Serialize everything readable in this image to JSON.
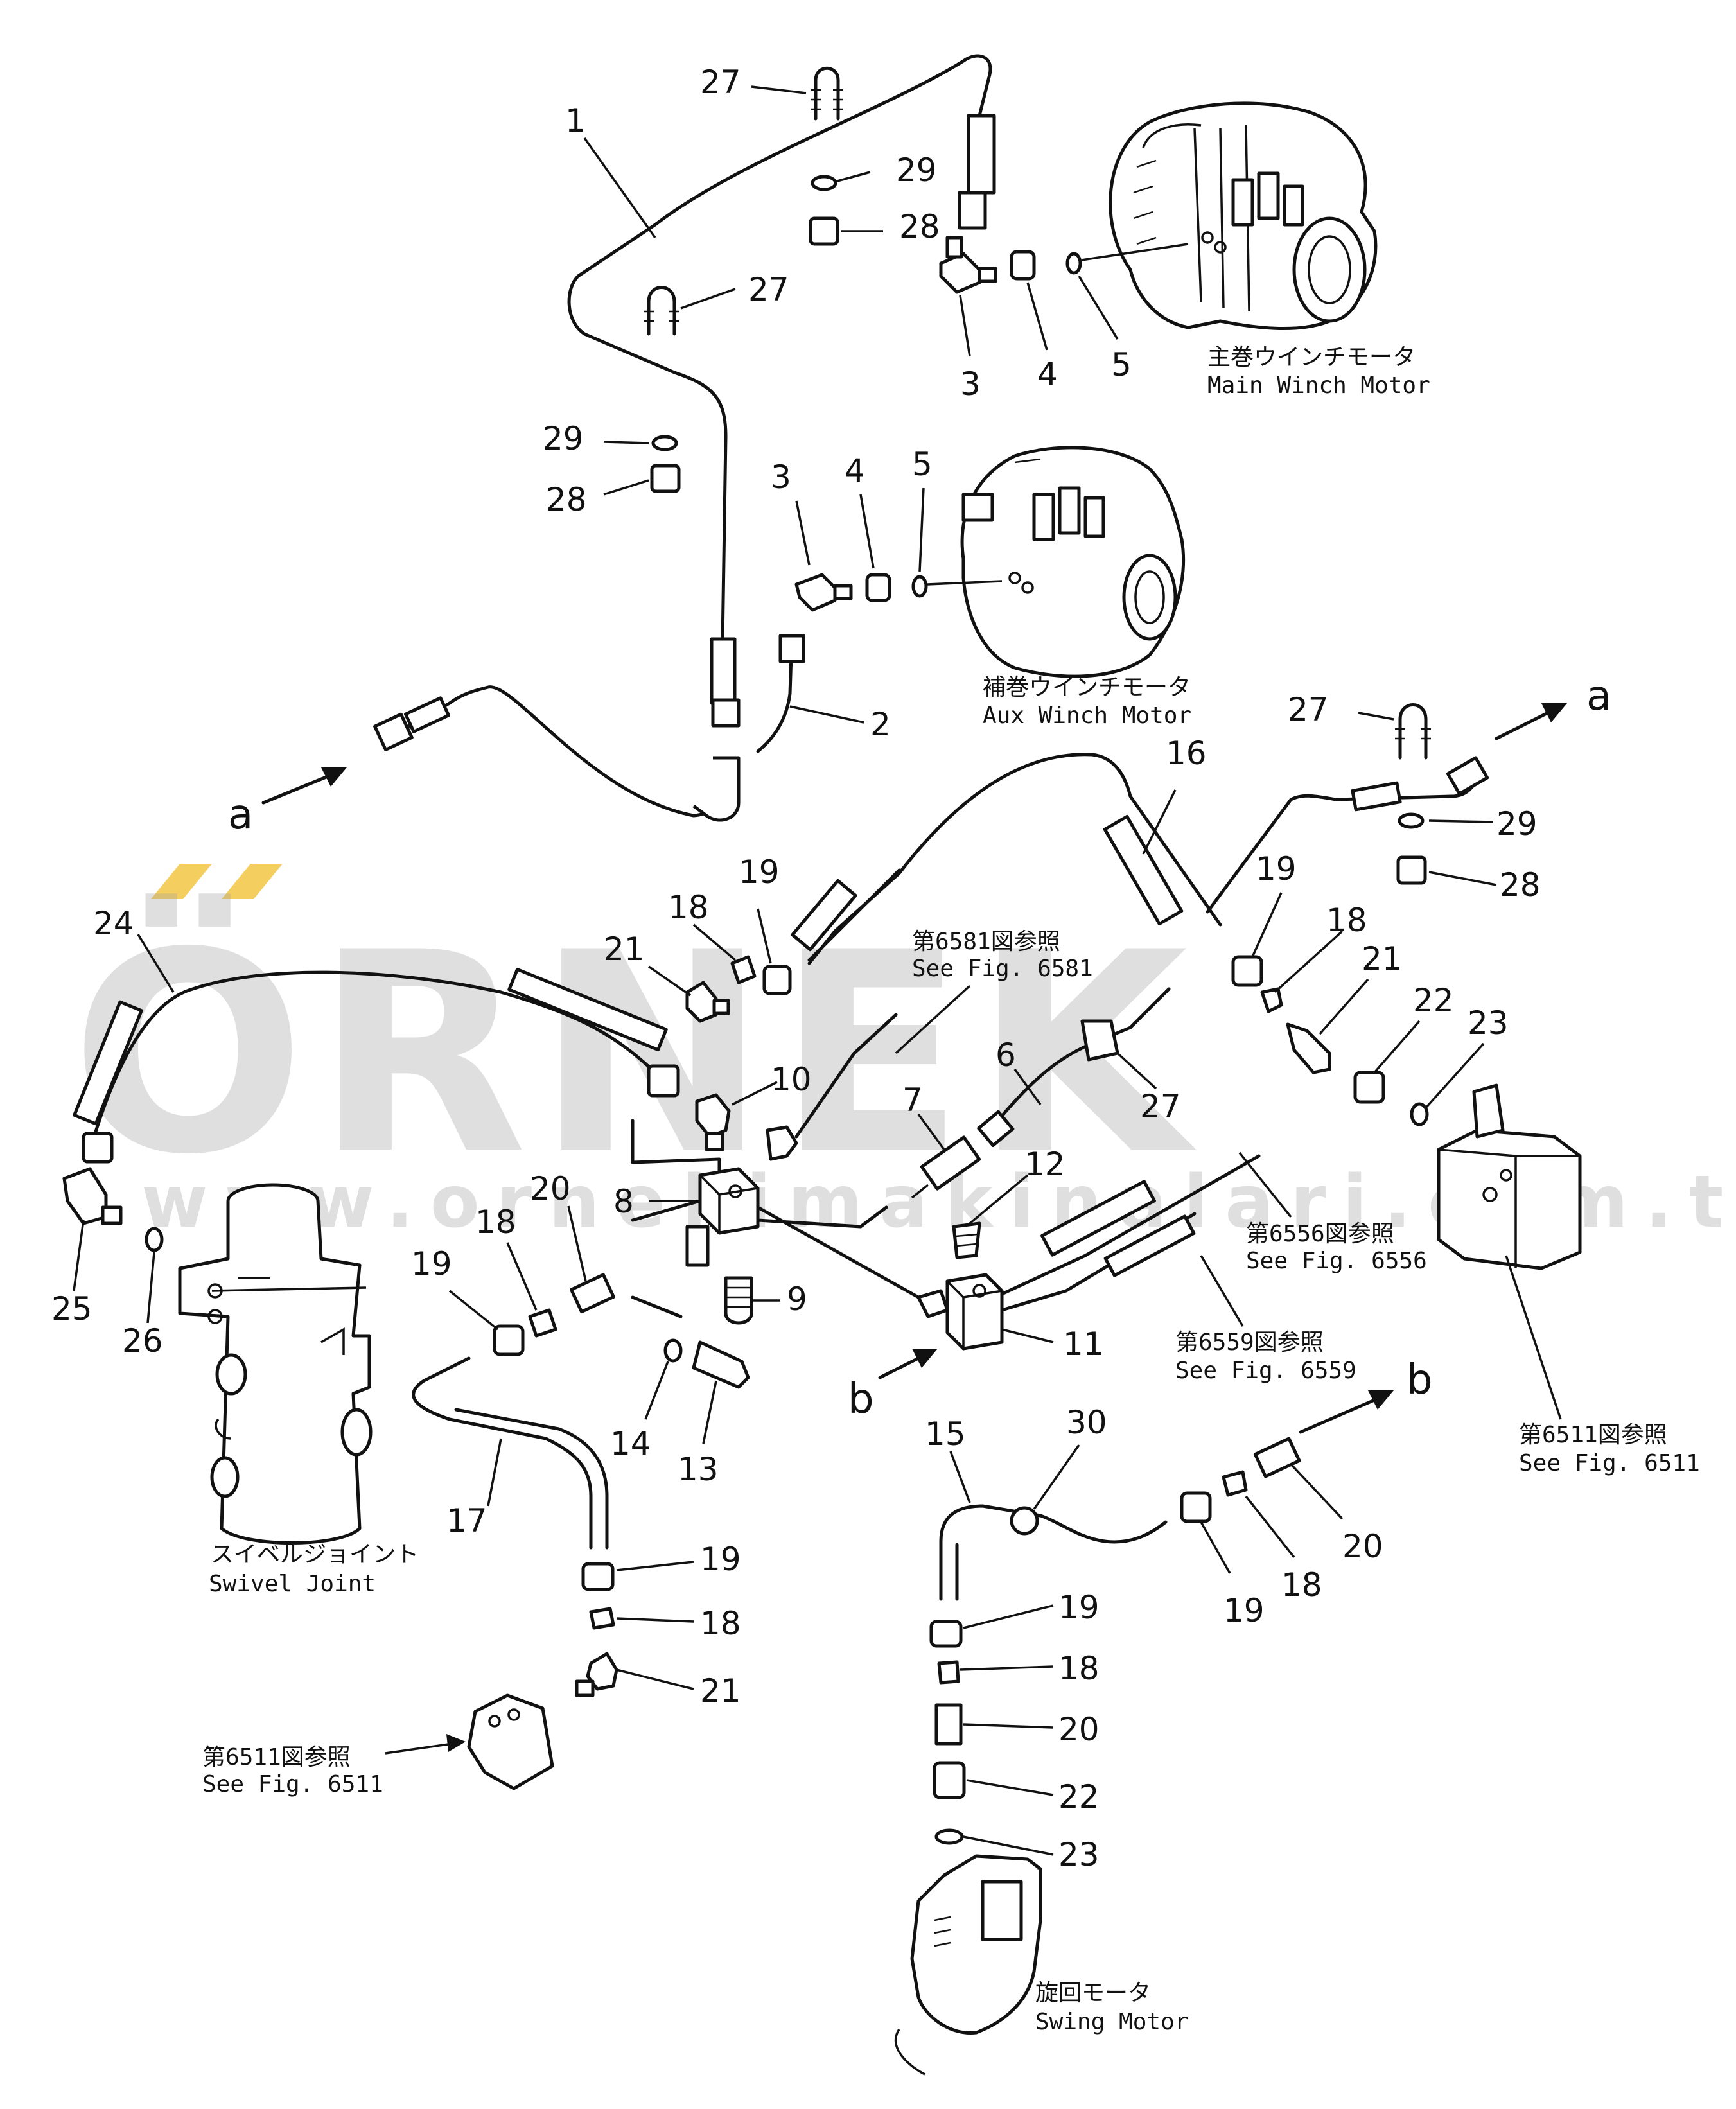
{
  "watermark": {
    "brand": "ÖRNEK",
    "url": "www.ornekimakinalari.com.tr",
    "accent_color": "#f2c744"
  },
  "components": {
    "main_winch_motor_jp": "主巻ウインチモータ",
    "main_winch_motor_en": "Main Winch Motor",
    "aux_winch_motor_jp": "補巻ウインチモータ",
    "aux_winch_motor_en": "Aux Winch Motor",
    "swivel_joint_jp": "スイベルジョイント",
    "swivel_joint_en": "Swivel Joint",
    "swing_motor_jp": "旋回モータ",
    "swing_motor_en": "Swing Motor"
  },
  "references": {
    "fig6581_jp": "第6581図参照",
    "fig6581_en": "See Fig. 6581",
    "fig6556_jp": "第6556図参照",
    "fig6556_en": "See Fig. 6556",
    "fig6559_jp": "第6559図参照",
    "fig6559_en": "See Fig. 6559",
    "fig6511_right_jp": "第6511図参照",
    "fig6511_right_en": "See Fig. 6511",
    "fig6511_left_jp": "第6511図参照",
    "fig6511_left_en": "See Fig. 6511"
  },
  "connection_marks": {
    "a": "a",
    "b": "b"
  },
  "callouts": [
    "1",
    "2",
    "3",
    "3",
    "4",
    "4",
    "5",
    "5",
    "6",
    "7",
    "8",
    "9",
    "10",
    "11",
    "12",
    "13",
    "14",
    "15",
    "16",
    "17",
    "18",
    "18",
    "18",
    "18",
    "18",
    "18",
    "19",
    "19",
    "19",
    "19",
    "19",
    "19",
    "20",
    "20",
    "20",
    "21",
    "21",
    "21",
    "22",
    "22",
    "23",
    "23",
    "24",
    "25",
    "26",
    "27",
    "27",
    "27",
    "27",
    "28",
    "28",
    "28",
    "29",
    "29",
    "29",
    "30"
  ]
}
